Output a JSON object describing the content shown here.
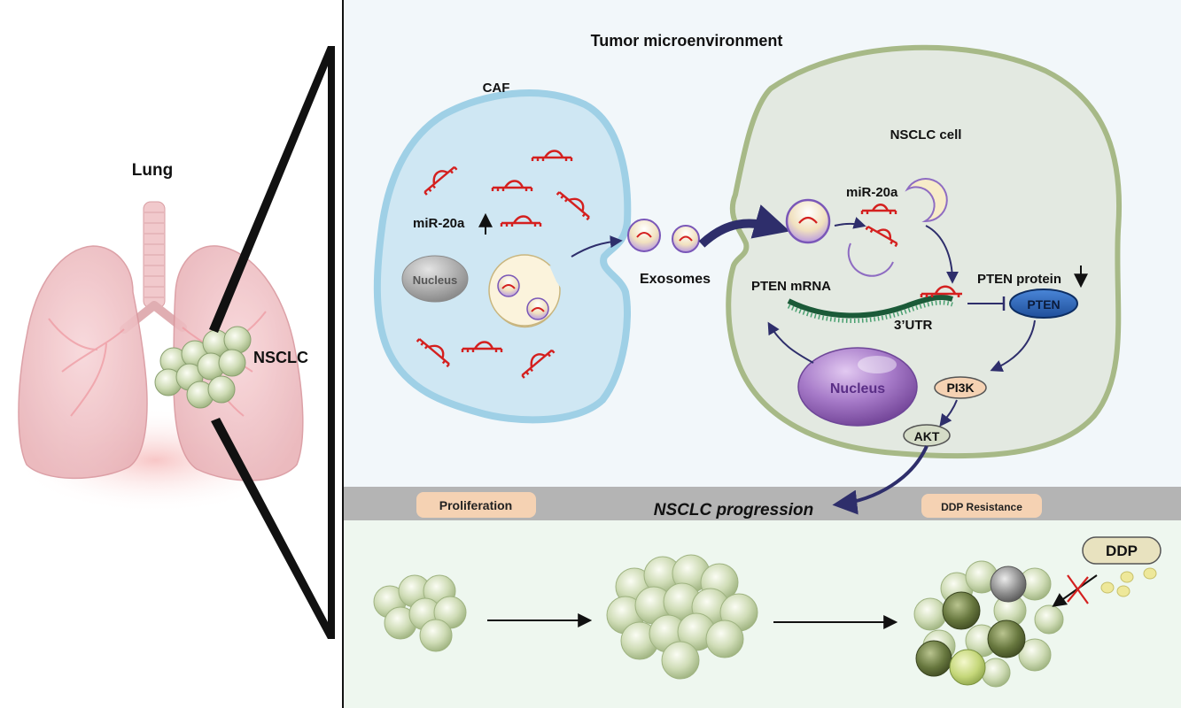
{
  "left_panel": {
    "organ_label": "Lung",
    "tumor_label": "NSCLC"
  },
  "microenvironment": {
    "title": "Tumor microenvironment",
    "caf": {
      "label": "CAF",
      "mirna_label": "miR-20a",
      "nucleus_label": "Nucleus"
    },
    "exosomes_label": "Exosomes",
    "nsclc_cell": {
      "label": "NSCLC cell",
      "mirna_label": "miR-20a",
      "pten_mrna_label": "PTEN mRNA",
      "utr_label": "3’UTR",
      "pten_protein_label": "PTEN protein",
      "pten_label": "PTEN",
      "nucleus_label": "Nucleus",
      "pi3k_label": "PI3K",
      "akt_label": "AKT"
    }
  },
  "progression_bar": {
    "proliferation_label": "Proliferation",
    "progression_label": "NSCLC progression",
    "resistance_label": "DDP Resistance"
  },
  "bottom_panel": {
    "drug_label": "DDP"
  },
  "colors": {
    "caf_fill": "#cfe7f3",
    "nsclc_fill": "#e3e9e1",
    "arrow_navy": "#2e2e6b",
    "mirna_red": "#d4201f",
    "pill_peach": "#f5d2b3",
    "bar_gray": "#b4b4b4",
    "bottom_bg": "#eef7ef"
  }
}
